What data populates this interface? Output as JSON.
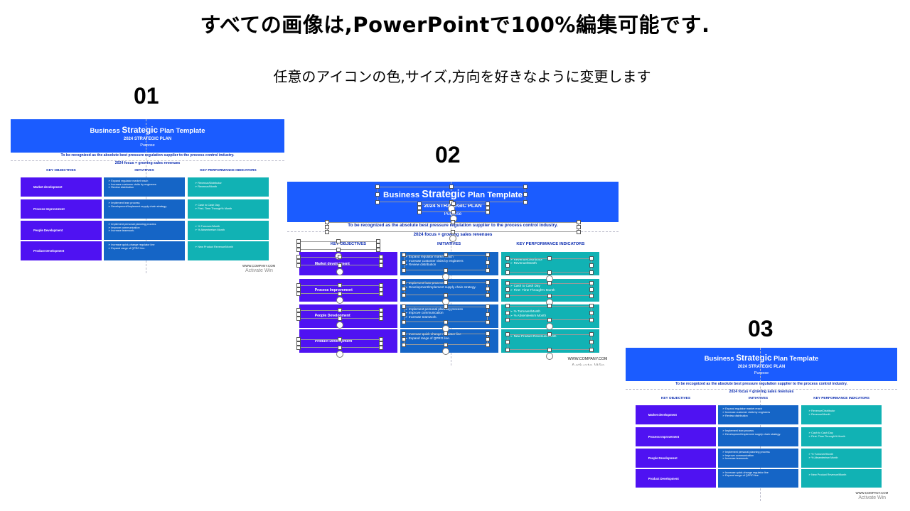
{
  "header": {
    "title": "すべての画像は,PowerPointで100%編集可能です.",
    "subtitle": "任意のアイコンの色,サイズ,方向を好きなように変更します"
  },
  "slide_numbers": [
    "01",
    "02",
    "03"
  ],
  "template": {
    "title_prefix": "Business",
    "title_emphasis": "Strategic",
    "title_suffix": "Plan Template",
    "plan_label": "2024 STRATEGIC PLAN",
    "purpose_label": "Purpose",
    "purpose_text": "To be recognized as the absolute best pressure regulation supplier to the process control industry.",
    "focus_text": "2024 focus = growing sales revenues",
    "columns": [
      "KEY OBJECTIVES",
      "INITIATIVES",
      "KEY PERFORMANCE INDICATORS"
    ],
    "rows": [
      {
        "objective": "Market development",
        "initiatives": [
          "Expand regulator market reach",
          "Increase customer visits by engineers",
          "Review distribution"
        ],
        "kpis": [
          "Revenue/Distributor",
          "Revenue/Month"
        ]
      },
      {
        "objective": "Process Improvement",
        "initiatives": [
          "Implement lean process",
          "Development/Implement supply chain strategy."
        ],
        "kpis": [
          "Cash to Cash Day",
          "First- Time Through% Month"
        ]
      },
      {
        "objective": "People Development",
        "initiatives": [
          "Implement personal planning process",
          "Improve communication",
          "Increase teamwork."
        ],
        "kpis": [
          "% Turnover/Month",
          "% Absenteeism Month"
        ]
      },
      {
        "objective": "Product Development",
        "initiatives": [
          "Increase quick-change regulator line",
          "Expand range of QPRO line."
        ],
        "kpis": [
          "New Product Revenue/Month"
        ]
      }
    ],
    "website": "WWW.COMPANY.COM",
    "watermark": "Activate Win"
  },
  "colors": {
    "banner": "#1b5cff",
    "objective": "#4f12f2",
    "initiative": "#1565c6",
    "kpi": "#11b2b4",
    "heading_text": "#0a2bb0"
  }
}
